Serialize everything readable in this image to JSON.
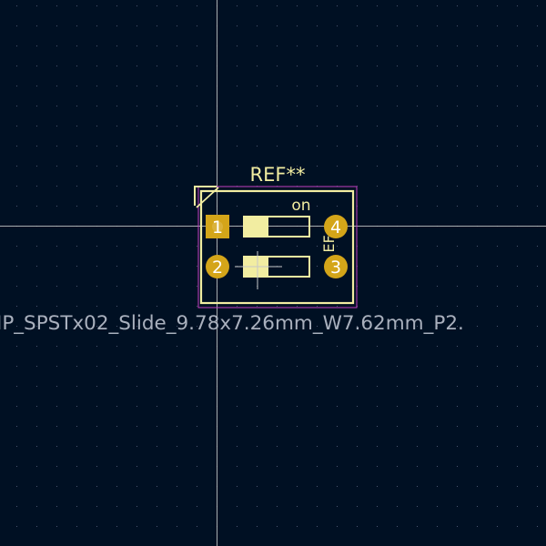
{
  "footprint": {
    "reference": "REF**",
    "value": "IP_SPSTx02_Slide_9.78x7.26mm_W7.62mm_P2.",
    "on_label": "on",
    "fab_label": "EF",
    "pads": [
      {
        "number": "1",
        "shape": "square"
      },
      {
        "number": "2",
        "shape": "round"
      },
      {
        "number": "3",
        "shape": "round"
      },
      {
        "number": "4",
        "shape": "round"
      }
    ]
  },
  "colors": {
    "background": "#001023",
    "silkscreen": "#f2eda1",
    "pad": "#d4a519",
    "pad_text": "#ffffff",
    "courtyard": "#c43fc2",
    "grid_dot": "#4a5670",
    "crosshair": "#c8c8c8"
  },
  "icons": {
    "pin1_marker": "corner-chamfer-icon"
  }
}
